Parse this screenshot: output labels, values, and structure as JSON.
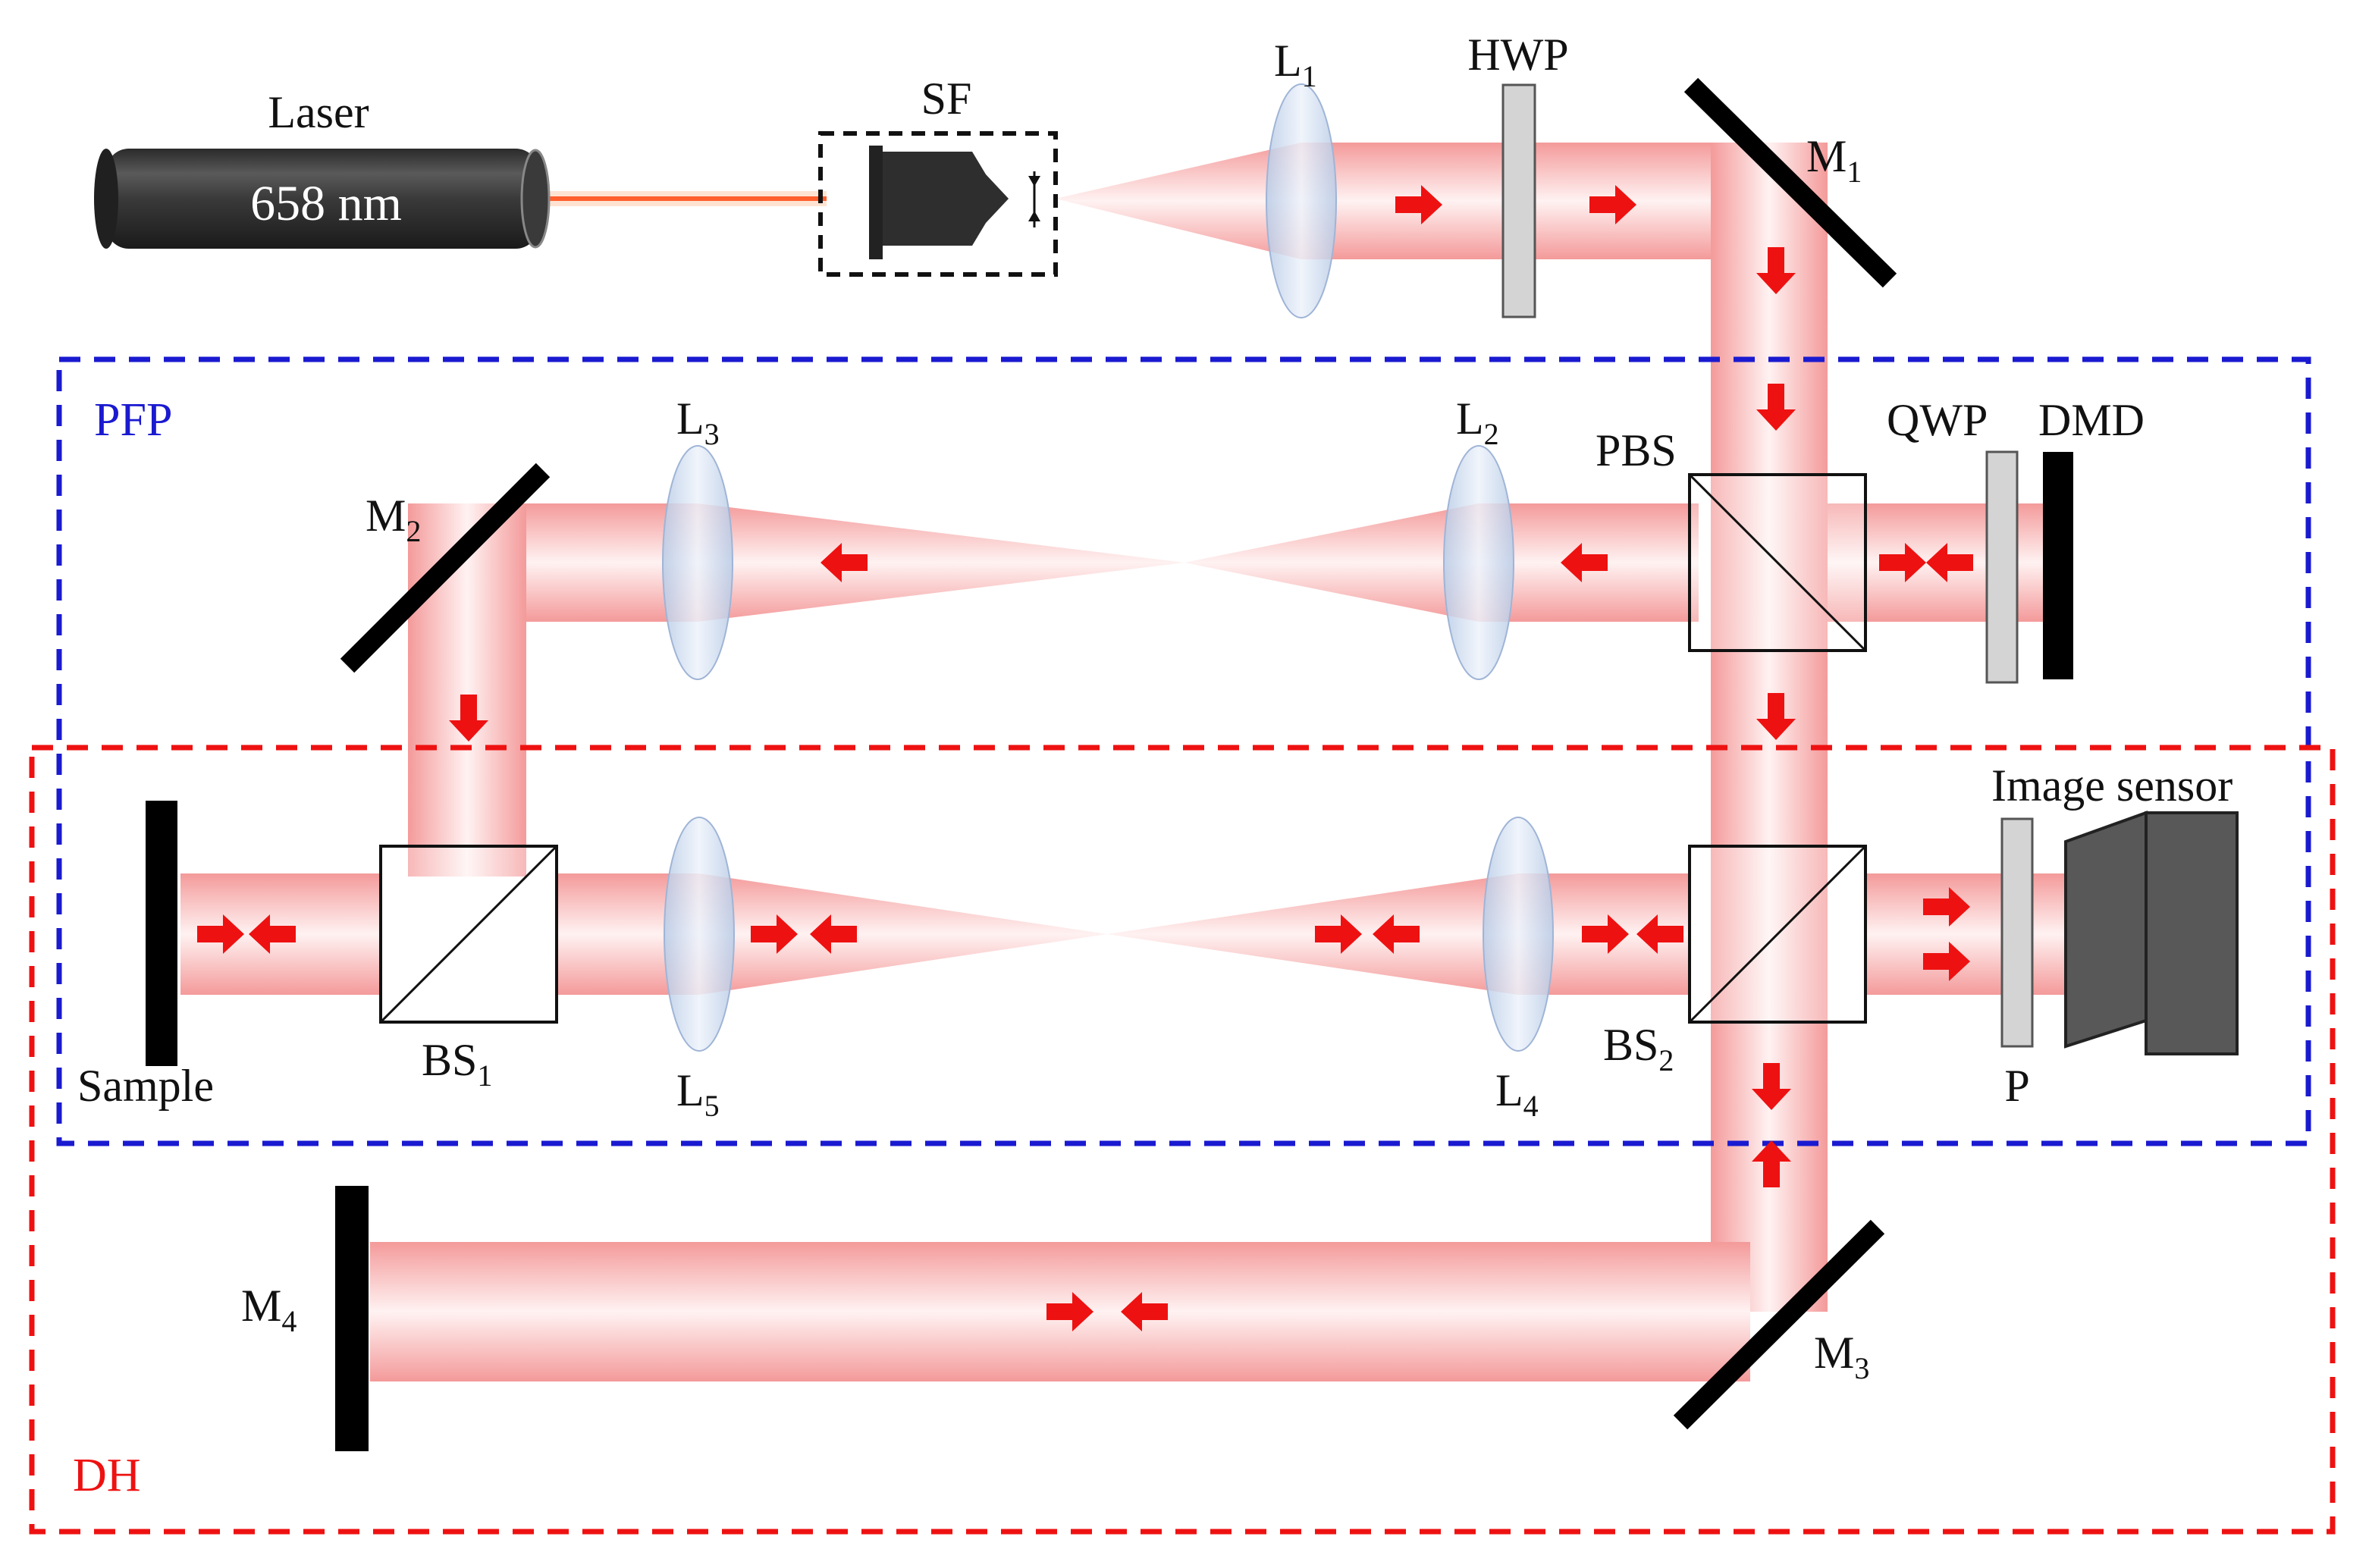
{
  "regions": {
    "pfp": {
      "label": "PFP",
      "color": "#1a1ad0"
    },
    "dh": {
      "label": "DH",
      "color": "#ee1111"
    }
  },
  "laser": {
    "title": "Laser",
    "wavelength": "658 nm"
  },
  "labels": {
    "sf": "SF",
    "l1": "L",
    "l1_sub": "1",
    "hwp": "HWP",
    "m1": "M",
    "m1_sub": "1",
    "l2": "L",
    "l2_sub": "2",
    "l3": "L",
    "l3_sub": "3",
    "m2": "M",
    "m2_sub": "2",
    "pbs": "PBS",
    "qwp": "QWP",
    "dmd": "DMD",
    "image_sensor": "Image sensor",
    "sample": "Sample",
    "bs1": "BS",
    "bs1_sub": "1",
    "l5": "L",
    "l5_sub": "5",
    "l4": "L",
    "l4_sub": "4",
    "bs2": "BS",
    "bs2_sub": "2",
    "p": "P",
    "m3": "M",
    "m3_sub": "3",
    "m4": "M",
    "m4_sub": "4"
  },
  "colors": {
    "beam": "#f4a0a0",
    "beam_core": "#fff4f4",
    "arrow": "#ee1111",
    "mirror": "#000000",
    "lens": "#c8d8ee",
    "plate": "#d4d4d4",
    "sensor": "#555555"
  }
}
